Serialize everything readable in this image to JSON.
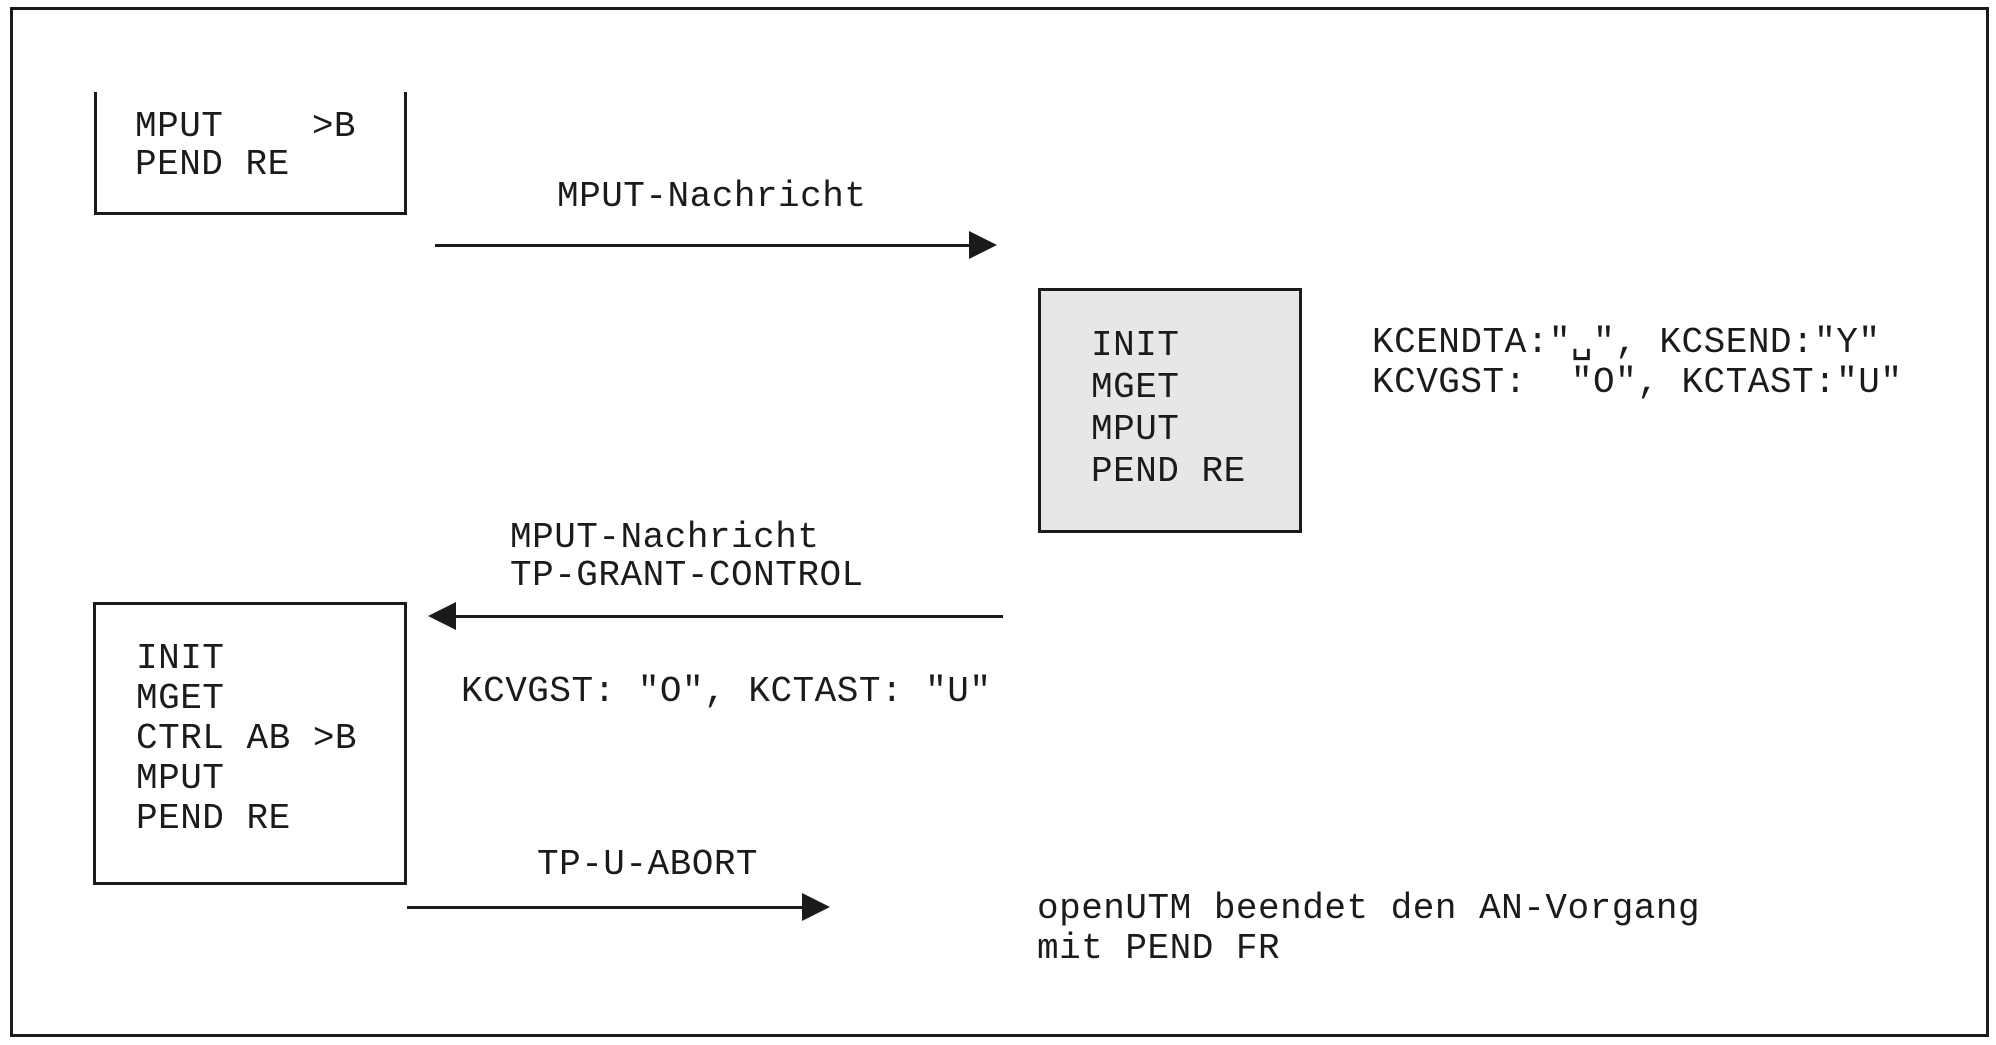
{
  "diagram": {
    "boxes": {
      "top_left": {
        "lines": [
          "MPUT    >B",
          "PEND RE"
        ]
      },
      "middle_gray": {
        "lines": [
          "INIT",
          "MGET",
          "MPUT",
          "PEND RE"
        ]
      },
      "bottom_left": {
        "lines": [
          "INIT",
          "MGET",
          "CTRL AB >B",
          "MPUT",
          "PEND RE"
        ]
      }
    },
    "arrows": {
      "msg1": {
        "label": "MPUT-Nachricht",
        "direction": "right"
      },
      "msg2": {
        "label": [
          "MPUT-Nachricht",
          "TP-GRANT-CONTROL"
        ],
        "direction": "left"
      },
      "msg3": {
        "label": "TP-U-ABORT",
        "direction": "right"
      }
    },
    "annotations": {
      "kc_right": [
        "KCENDTA:\"␣\", KCSEND:\"Y\"",
        "KCVGST:  \"O\", KCTAST:\"U\""
      ],
      "kc_middle": "KCVGST: \"O\", KCTAST: \"U\"",
      "result": [
        "openUTM beendet den AN-Vorgang",
        "mit PEND FR"
      ]
    },
    "colors": {
      "ink": "#1b1b1b",
      "box_fill_gray": "#e7e7e7",
      "background": "#ffffff"
    }
  }
}
